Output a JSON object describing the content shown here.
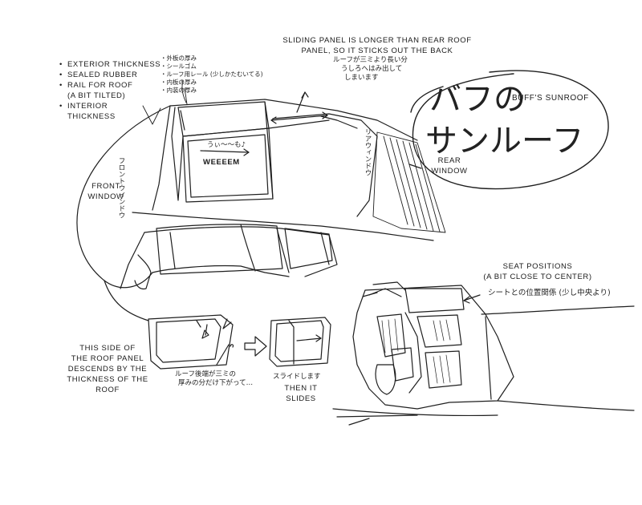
{
  "title": "BUFF'S SUNROOF",
  "title_jp": [
    "バフの",
    "サンルーフ"
  ],
  "top_note": [
    "SLIDING PANEL IS LONGER THAN REAR ROOF",
    "PANEL, SO IT STICKS OUT THE BACK"
  ],
  "top_note_jp": [
    "ルーフが三ミより長い分",
    "うしろへはみ出して",
    "しまいます"
  ],
  "bullet_list": [
    {
      "text": "EXTERIOR THICKNESS",
      "cont": false
    },
    {
      "text": "SEALED RUBBER",
      "cont": false
    },
    {
      "text": "RAIL FOR ROOF",
      "cont": false
    },
    {
      "text": "(A BIT TILTED)",
      "cont": true
    },
    {
      "text": "INTERIOR",
      "cont": false
    },
    {
      "text": "THICKNESS",
      "cont": true
    }
  ],
  "bullet_list_jp": [
    "・外板の厚み",
    "・シールゴム",
    "・ルーフ用レール (少しかたむいてる)",
    "・内板の厚み",
    "・内装の厚み"
  ],
  "roof_sound_jp": "うぃ〜〜も♪",
  "roof_sound": "WEEEEM",
  "front_window": [
    "FRONT",
    "WINDOW"
  ],
  "front_window_jp": "フロントウィンドウ",
  "rear_window": [
    "REAR",
    "WINDOW"
  ],
  "rear_window_jp": "リアウィンドウ",
  "seat_positions": [
    "SEAT POSITIONS",
    "(A BIT CLOSE TO CENTER)"
  ],
  "seat_positions_jp": "シートとの位置関係 (少し中央より)",
  "descends_note": [
    "THIS SIDE OF",
    "THE ROOF PANEL",
    "DESCENDS BY THE",
    "THICKNESS OF THE",
    "ROOF"
  ],
  "descends_note_jp": [
    "ルーフ後端が三ミの",
    "厚みの分だけ下がって…"
  ],
  "slides_note": [
    "THEN IT",
    "SLIDES"
  ],
  "slides_note_jp": "スライドします"
}
